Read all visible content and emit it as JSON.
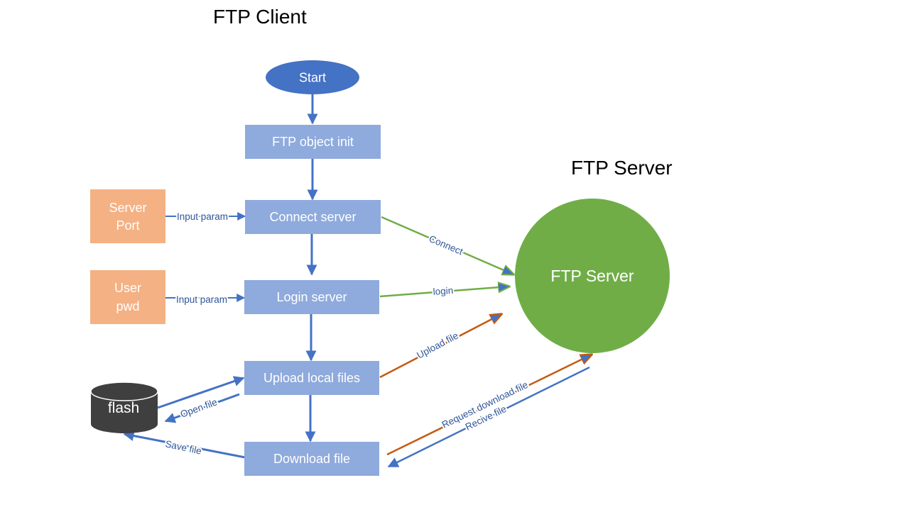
{
  "titles": {
    "client": "FTP Client",
    "server": "FTP Server"
  },
  "nodes": {
    "start": "Start",
    "ftp_init": "FTP object init",
    "connect": "Connect server",
    "login": "Login server",
    "upload": "Upload local files",
    "download": "Download file",
    "server_port_line1": "Server",
    "server_port_line2": "Port",
    "user_pwd_line1": "User",
    "user_pwd_line2": "pwd",
    "flash": "flash",
    "ftp_server": "FTP Server"
  },
  "edges": {
    "input_param_1": "Input param",
    "input_param_2": "Input param",
    "connect": "Connect",
    "login": "login",
    "upload_file": "Upload file",
    "request_download": "Request download file",
    "receive_file": "Recive file",
    "open_file": "Open file",
    "save_file": "Save file"
  },
  "colors": {
    "flow_box": "#8faadc",
    "start_ellipse": "#4472c4",
    "input_box": "#f4b183",
    "server_circle": "#70ad47",
    "storage": "#3f3f3f",
    "arrow_blue": "#4472c4",
    "arrow_green": "#70ad47",
    "arrow_orange": "#c55a11",
    "edge_label": "#2f5597"
  }
}
